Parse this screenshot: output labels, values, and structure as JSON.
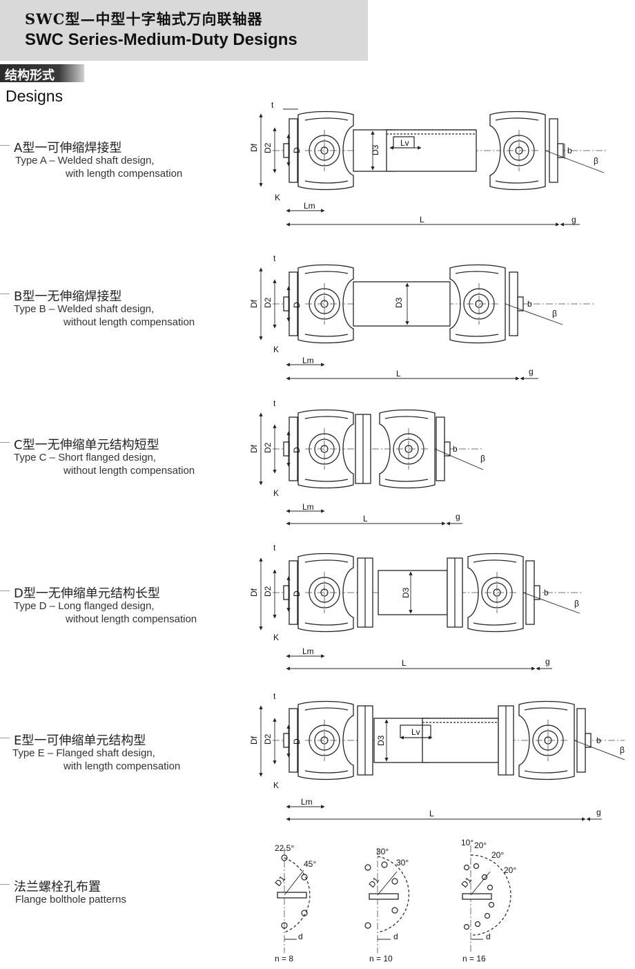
{
  "header": {
    "title_cn": "SWC型—中型十字轴式万向联轴器",
    "title_en": "SWC Series-Medium-Duty Designs"
  },
  "section_tag": "结构形式",
  "section_title": "Designs",
  "types": [
    {
      "cn": "A型一可伸缩焊接型",
      "en1": "Type A – Welded shaft design,",
      "en2": "with length compensation"
    },
    {
      "cn": "B型一无伸缩焊接型",
      "en1": "Type B – Welded shaft design,",
      "en2": "without length compensation"
    },
    {
      "cn": "C型一无伸缩单元结构短型",
      "en1": "Type C – Short flanged design,",
      "en2": "without length compensation"
    },
    {
      "cn": "D型一无伸缩单元结构长型",
      "en1": "Type D – Long flanged design,",
      "en2": "without length compensation"
    },
    {
      "cn": "E型一可伸缩单元结构型",
      "en1": "Type E – Flanged shaft design,",
      "en2": "with length compensation"
    },
    {
      "cn": "法兰螺栓孔布置",
      "en1": "Flange bolthole patterns",
      "en2": ""
    }
  ],
  "dims": {
    "t": "t",
    "df": "Df",
    "d2": "D2",
    "d": "D",
    "d3": "D3",
    "lv": "Lv",
    "b": "b",
    "beta": "β",
    "k": "K",
    "lm": "Lm",
    "l": "L",
    "g": "g",
    "d1": "D1",
    "dsmall": "d"
  },
  "patterns": [
    {
      "n": "n = 8",
      "angles": [
        "22.5°",
        "45°"
      ]
    },
    {
      "n": "n = 10",
      "angles": [
        "30°",
        "30°"
      ]
    },
    {
      "n": "n = 16",
      "angles": [
        "10°",
        "20°",
        "20°",
        "20°"
      ]
    }
  ]
}
